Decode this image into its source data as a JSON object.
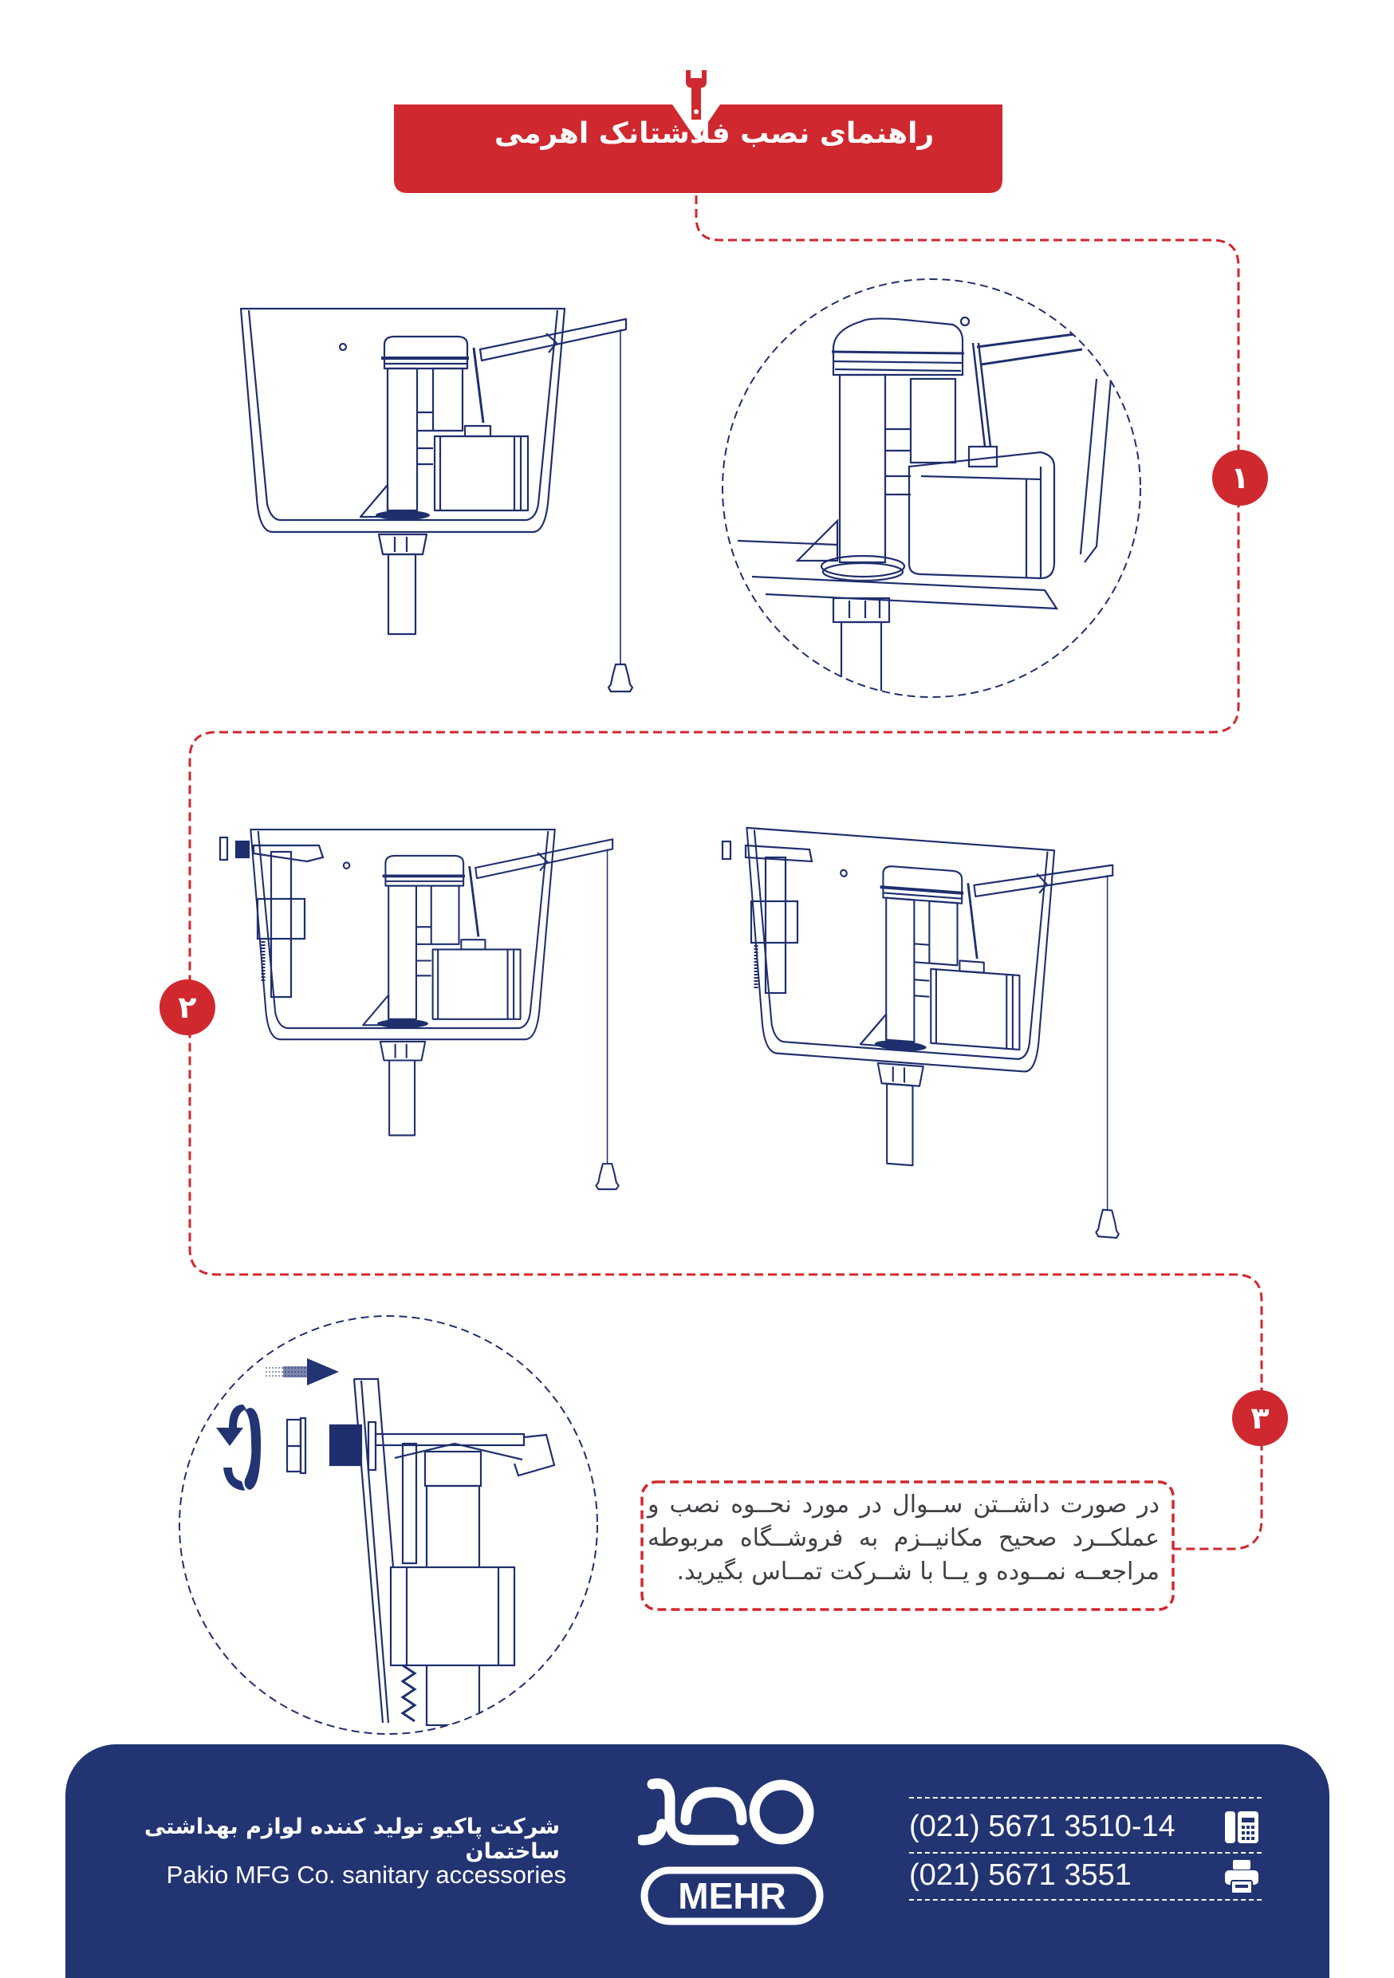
{
  "header": {
    "title": "راهنمای نصب فلاشتانک اهرمی",
    "icon": "wrench-icon"
  },
  "steps": [
    {
      "number": "۱"
    },
    {
      "number": "۲"
    },
    {
      "number": "۳"
    }
  ],
  "note": {
    "text": "در صورت داشــتن ســوال در مورد نحــوه نصب و عملکــرد صحیح مکانیــزم به فروشــگاه مربوطه مراجعــه نمــوده و یــا با شــرکت تمــاس بگیرید."
  },
  "footer": {
    "company_fa": "شرکت پاکیو تولید کننده لوازم بهداشتی ساختمان",
    "company_en": "Pakio MFG Co. sanitary accessories",
    "logo_text_fa": "مهر",
    "logo_text_en": "MEHR",
    "phone": "(021) 5671 3510-14",
    "fax": "(021) 5671 3551",
    "phone_icon": "telephone-icon",
    "fax_icon": "fax-printer-icon"
  },
  "colors": {
    "accent": "#d0282f",
    "brand": "#233473",
    "line_art": "#1f2f6e"
  }
}
